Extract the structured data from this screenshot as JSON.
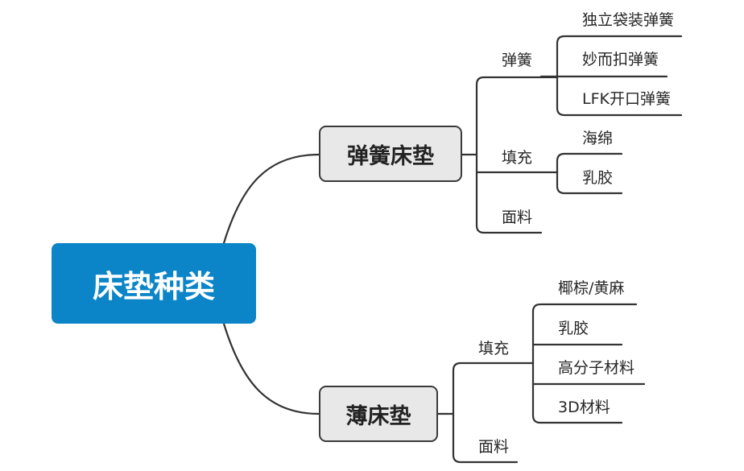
{
  "root": {
    "label": "床垫种类"
  },
  "branch1": {
    "label": "弹簧床垫",
    "children": [
      {
        "label": "弹簧",
        "children": [
          "独立袋装弹簧",
          "妙而扣弹簧",
          "LFK开口弹簧"
        ]
      },
      {
        "label": "填充",
        "children": [
          "海绵",
          "乳胶"
        ]
      },
      {
        "label": "面料"
      }
    ]
  },
  "branch2": {
    "label": "薄床垫",
    "children": [
      {
        "label": "填充",
        "children": [
          "椰棕/黄麻",
          "乳胶",
          "高分子材料",
          "3D材料"
        ]
      },
      {
        "label": "面料"
      }
    ]
  },
  "colors": {
    "root_fill": "#0b85c8",
    "node_fill": "#e8e8e8",
    "line": "#333333"
  }
}
